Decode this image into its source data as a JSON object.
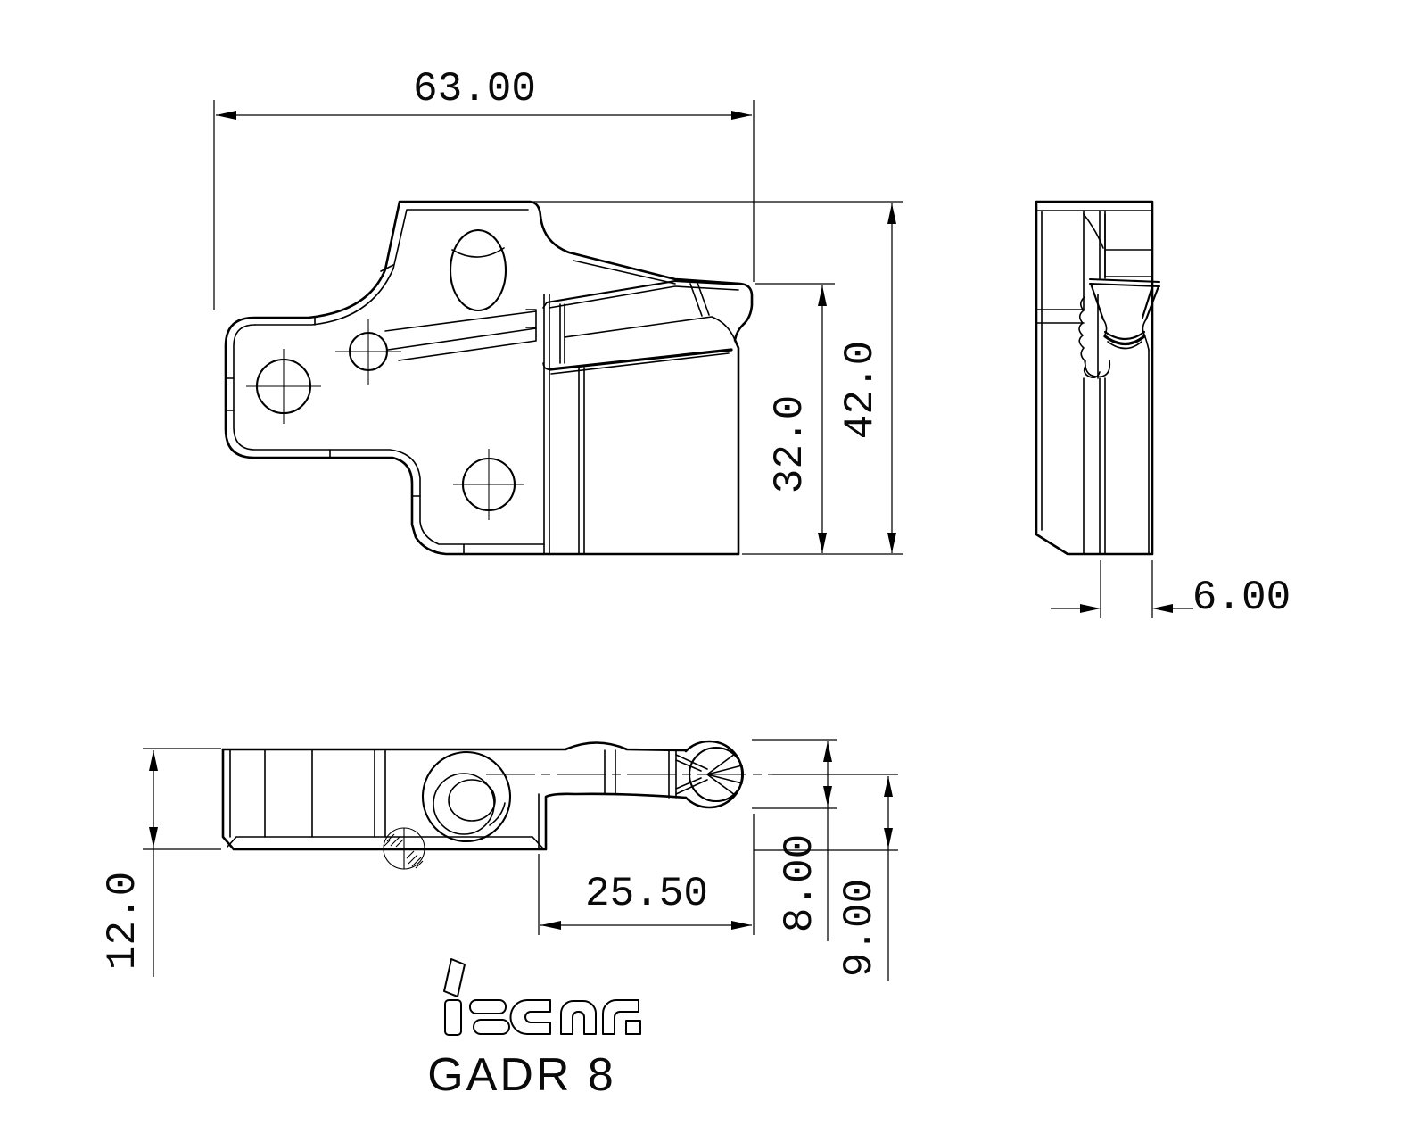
{
  "labels": {
    "dim_width": "63.00",
    "dim_total_height": "42.0",
    "dim_insert_height": "32.0",
    "dim_thickness": "6.00",
    "dim_body_width": "12.0",
    "dim_nose_length": "25.50",
    "dim_head_diameter": "8.00",
    "dim_head_center_height": "9.00",
    "part_name": "GADR 8",
    "brand_logo": "iscar"
  },
  "colors": {
    "line": "#000000",
    "background": "#ffffff"
  }
}
